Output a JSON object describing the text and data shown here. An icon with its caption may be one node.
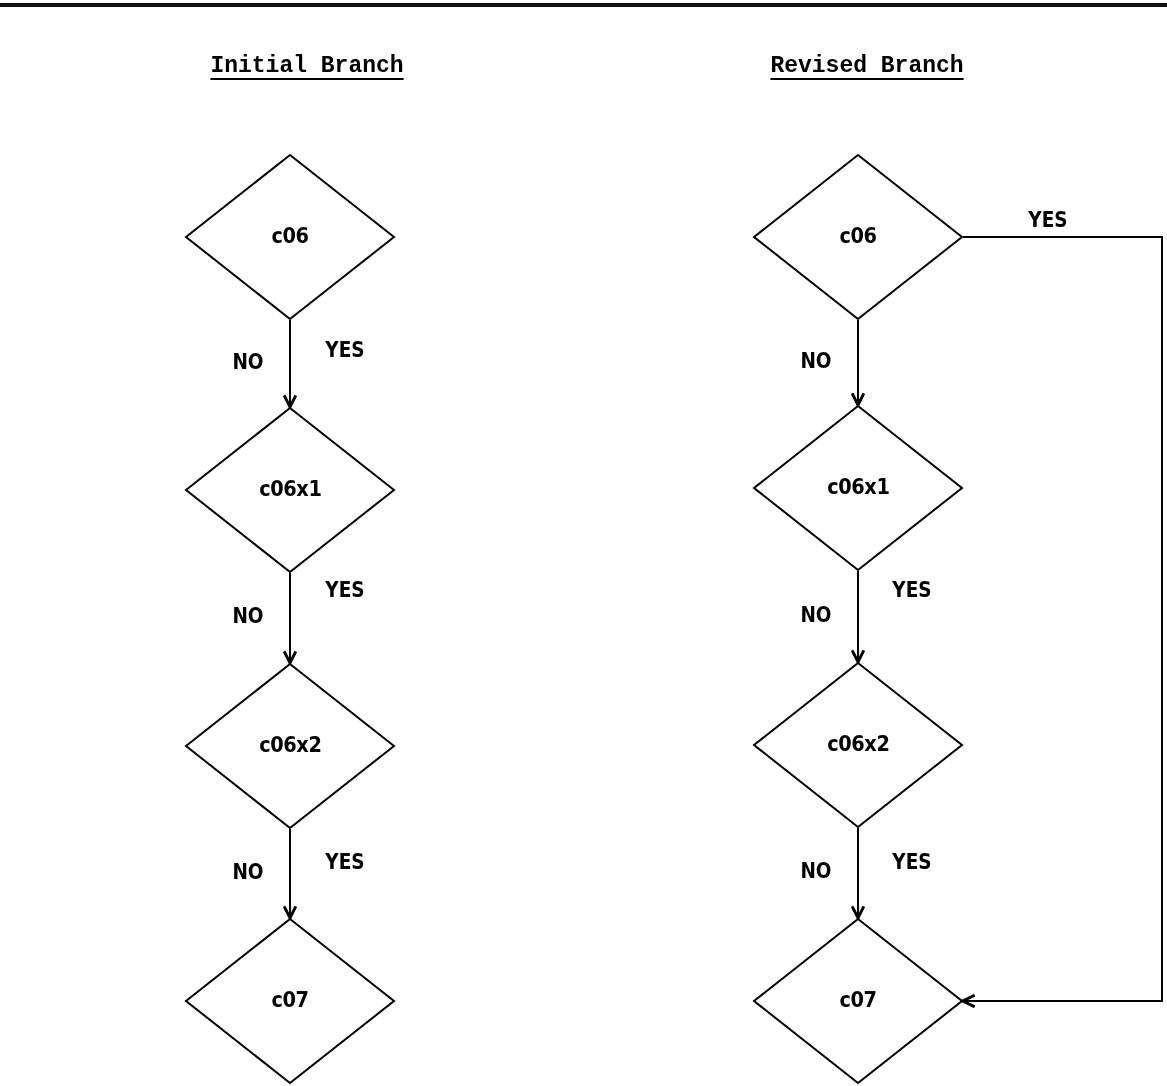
{
  "diagram": {
    "nodes": [
      {
        "text": [
          "c06"
        ]
      },
      {
        "text": [
          "c06x1"
        ]
      },
      {
        "text": [
          "c06x2"
        ]
      },
      {
        "text": [
          "c07"
        ]
      },
      {
        "text": [
          "c06"
        ]
      },
      {
        "text": [
          "c06x1"
        ]
      },
      {
        "text": [
          "c06x2"
        ]
      },
      {
        "text": [
          "c07"
        ]
      }
    ],
    "edges": [
      {
        "from": 0,
        "to": 1,
        "arrow": "to",
        "label": "NO"
      },
      {
        "from": 1,
        "to": 2,
        "arrow": "to",
        "label": "NO"
      },
      {
        "from": 2,
        "to": 3,
        "arrow": "to",
        "label": "NO"
      },
      {
        "from": 4,
        "to": 7,
        "arrow": "to",
        "label": "YES"
      },
      {
        "from": 4,
        "to": 5,
        "arrow": "to",
        "label": "NO"
      },
      {
        "from": 5,
        "to": 6,
        "arrow": "to",
        "label": "NO"
      },
      {
        "from": 6,
        "to": 7,
        "arrow": "to",
        "label": "NO"
      }
    ],
    "labels": [
      "Initial Branch",
      "Revised Branch",
      "YES",
      "YES",
      "YES",
      "YES",
      "YES"
    ]
  }
}
